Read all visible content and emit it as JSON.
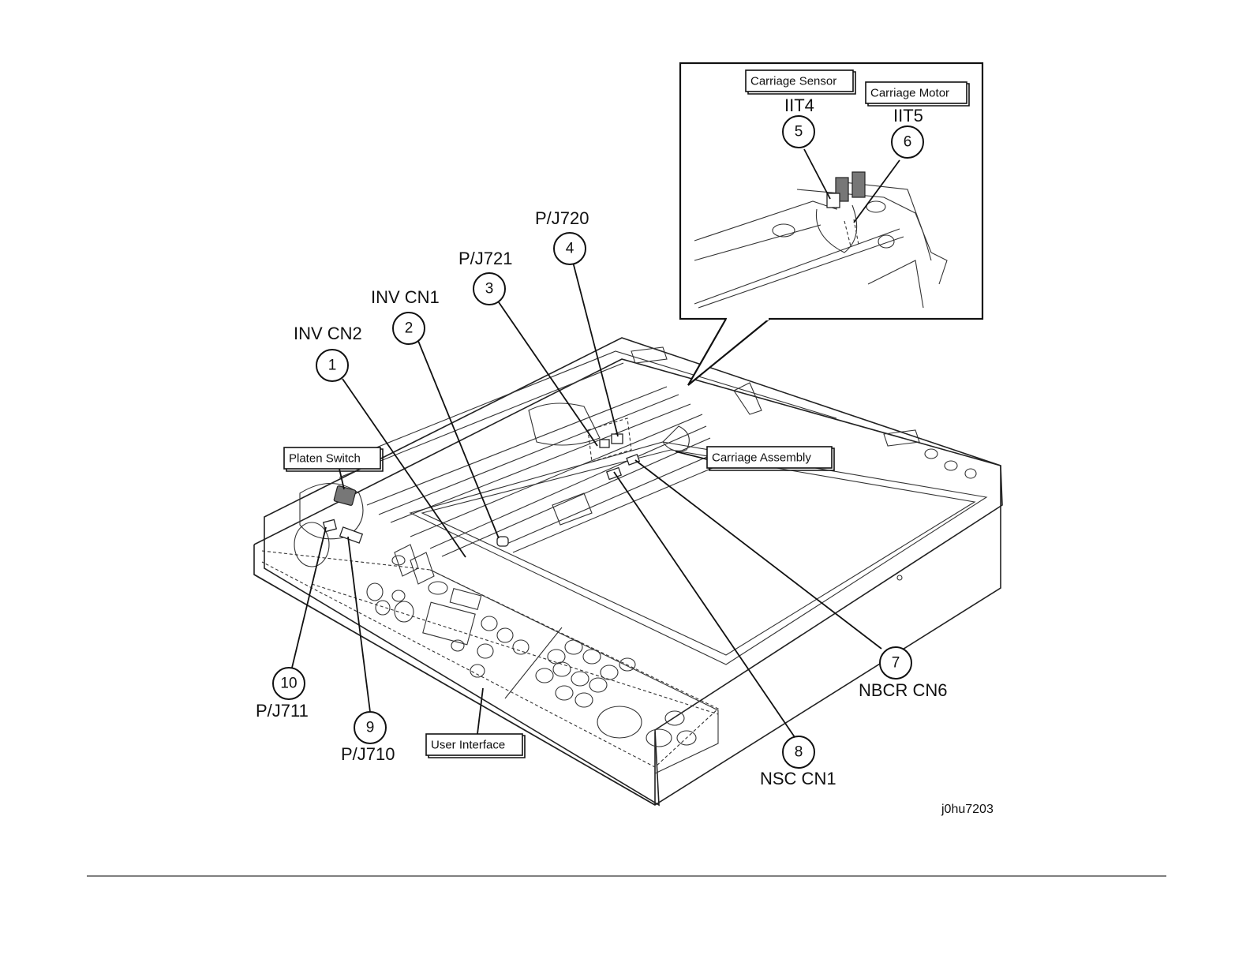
{
  "figure_id": "j0hu7203",
  "callouts": [
    {
      "number": "1",
      "label": "INV CN2"
    },
    {
      "number": "2",
      "label": "INV CN1"
    },
    {
      "number": "3",
      "label": "P/J721"
    },
    {
      "number": "4",
      "label": "P/J720"
    },
    {
      "number": "5",
      "label": "IIT4"
    },
    {
      "number": "6",
      "label": "IIT5"
    },
    {
      "number": "7",
      "label": "NBCR CN6"
    },
    {
      "number": "8",
      "label": "NSC CN1"
    },
    {
      "number": "9",
      "label": "P/J710"
    },
    {
      "number": "10",
      "label": "P/J711"
    }
  ],
  "part_labels": {
    "carriage_sensor": "Carriage Sensor",
    "carriage_motor": "Carriage Motor",
    "platen_switch": "Platen Switch",
    "carriage_assembly": "Carriage Assembly",
    "user_interface": "User Interface"
  }
}
